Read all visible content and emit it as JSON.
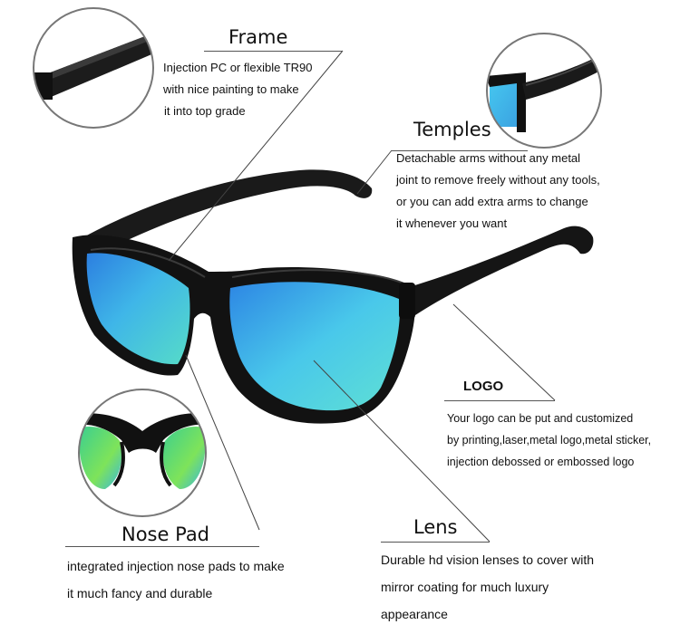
{
  "frame": {
    "title": "Frame",
    "lines": [
      "Injection PC or flexible TR90",
      "with nice painting to make",
      "it into top grade"
    ]
  },
  "temples": {
    "title": "Temples",
    "lines": [
      "Detachable arms without any metal",
      "joint to remove freely without any tools,",
      "or you can add extra arms to change",
      "it whenever you want"
    ]
  },
  "logo": {
    "title": "LOGO",
    "lines": [
      "Your logo can be put and customized",
      "by printing,laser,metal logo,metal sticker,",
      "injection debossed or embossed logo"
    ]
  },
  "nose_pad": {
    "title": "Nose Pad",
    "lines": [
      "integrated injection nose pads to make",
      "it much fancy and durable"
    ]
  },
  "lens": {
    "title": "Lens",
    "lines": [
      "Durable hd vision lenses to cover with",
      "mirror coating for much luxury",
      "appearance"
    ]
  },
  "colors": {
    "frame": "#111111",
    "lens_blue": "#3aa6e6",
    "lens_cyan": "#4fd6e6",
    "lens_green": "#48d77a"
  }
}
